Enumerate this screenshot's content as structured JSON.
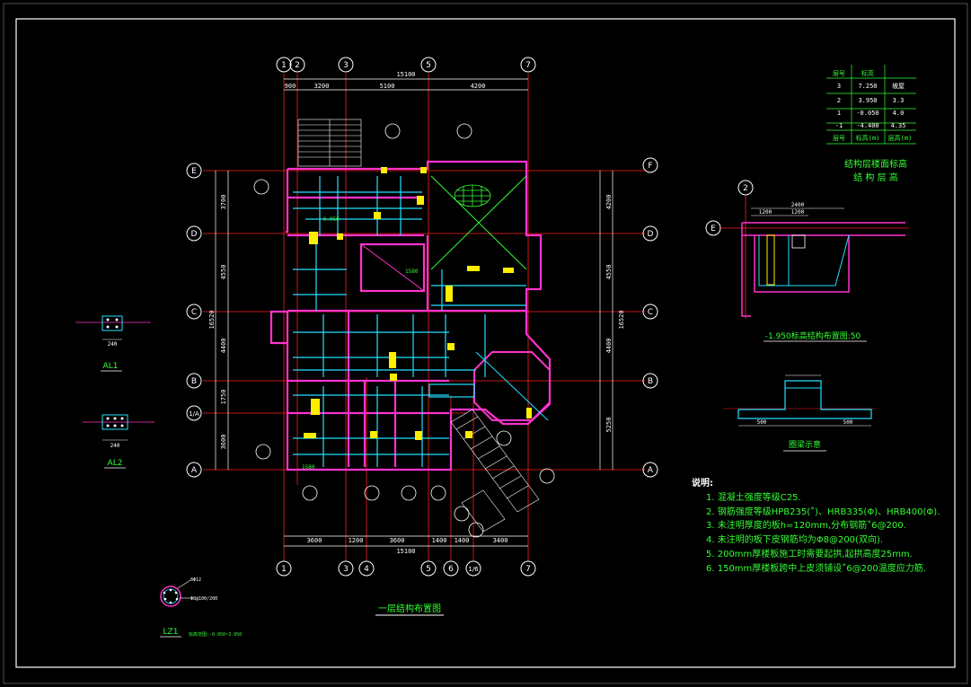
{
  "colors": {
    "white": "#ffffff",
    "grid_red": "#ff2020",
    "wall_magenta": "#ff33cc",
    "beam_cyan": "#22e0ff",
    "text_green": "#33ff33",
    "yellow": "#ffee00",
    "background": "#000000"
  },
  "axes": {
    "top": [
      "1",
      "2",
      "3",
      "5",
      "7"
    ],
    "bottom": [
      "1",
      "3",
      "4",
      "5",
      "6",
      "1/6",
      "7"
    ],
    "left": [
      "E",
      "D",
      "C",
      "B",
      "1/A",
      "A"
    ],
    "right": [
      "F",
      "D",
      "C",
      "B",
      "A"
    ]
  },
  "dimensions": {
    "top_total": "15100",
    "top_segments": [
      "900",
      "3200",
      "5100",
      "4200"
    ],
    "bottom_total": "15100",
    "bottom_segments": [
      "3600",
      "1200",
      "3600",
      "1400",
      "1400",
      "3400"
    ],
    "left_total": "16520",
    "left_segments": [
      "3700",
      "4550",
      "4400",
      "1750",
      "3600"
    ],
    "right_total": "16520",
    "right_segments": [
      "4200",
      "4550",
      "4400",
      "5250"
    ]
  },
  "level_table": {
    "headers": [
      "层号",
      "标高"
    ],
    "rows": [
      [
        "3",
        "7.250",
        "坡屋"
      ],
      [
        "2",
        "3.950",
        "3.3"
      ],
      [
        "1",
        "-0.050",
        "4.0"
      ],
      [
        "-1",
        "-4.400",
        "4.35"
      ]
    ],
    "footer": [
      "层号",
      "标高(m)",
      "层高(m)"
    ],
    "caption_line1": "结构层楼面标高",
    "caption_line2": "结 构 层 高"
  },
  "details": {
    "al1": "AL1",
    "al2": "AL2",
    "lz1": "LZ1",
    "lz1_note": "标高范围:-0.050~3.950",
    "lz1_rebar": "8Φ12",
    "lz1_stirrup": "Φ8@100/200",
    "section_title": "-1.950标高结构布置图:50",
    "section_axis_top": "2",
    "section_axis_left": "E",
    "section_dims": [
      "2400",
      "1200",
      "1200"
    ],
    "joint_title": "圈梁示意",
    "joint_dims": [
      "500",
      "500"
    ],
    "al1_dim": "240",
    "al2_dim": "240"
  },
  "plan_title": "一层结构布置图",
  "plan_labels": {
    "room1": "1580",
    "room2": "1580",
    "slab": "-0.050"
  },
  "notes": {
    "heading": "说明:",
    "lines": [
      "1. 混凝土强度等级C25.",
      "2. 钢筋强度等级HPB235(˚)、HRB335(Φ)、HRB400(Φ).",
      "3. 未注明厚度的板h=120mm,分布钢筋˚6@200.",
      "4. 未注明的板下皮钢筋均为Φ8@200(双向).",
      "5. 200mm厚楼板施工时需要起拱,起拱高度25mm.",
      "6. 150mm厚楼板跨中上皮须铺设˚6@200温度应力筋."
    ]
  }
}
